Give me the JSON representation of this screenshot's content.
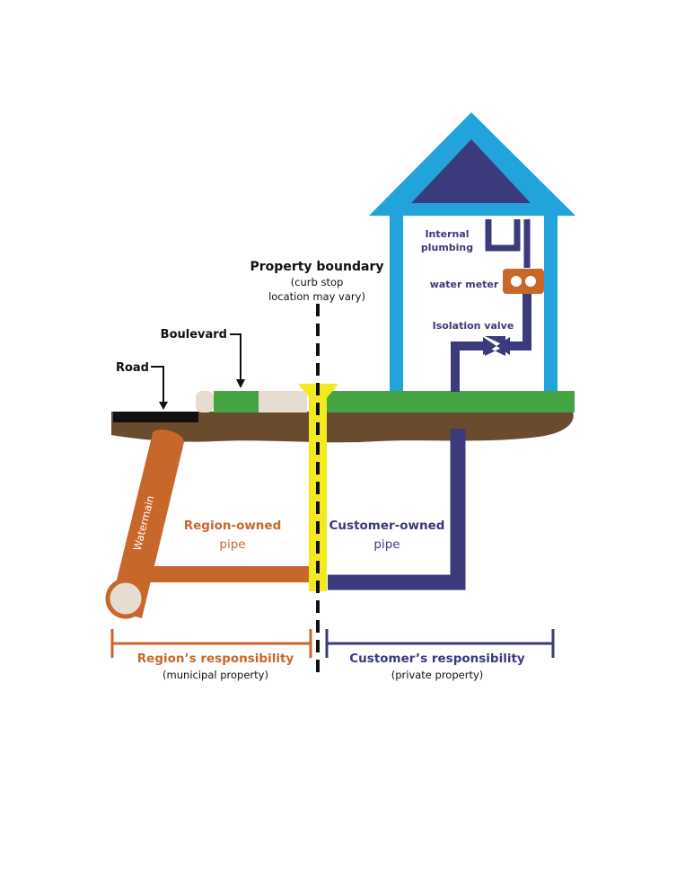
{
  "labels": {
    "property_boundary": "Property boundary",
    "curb_stop_line1": "(curb stop",
    "curb_stop_line2": "location may vary)",
    "boulevard": "Boulevard",
    "road": "Road",
    "internal_plumbing_line1": "Internal",
    "internal_plumbing_line2": "plumbing",
    "water_meter": "water meter",
    "isolation_valve": "Isolation valve",
    "watermain": "Watermain",
    "region_owned_line1": "Region-owned",
    "region_owned_line2": "pipe",
    "customer_owned_line1": "Customer-owned",
    "customer_owned_line2": "pipe",
    "region_responsibility": "Region’s responsibility",
    "region_responsibility_sub": "(municipal property)",
    "customer_responsibility": "Customer’s responsibility",
    "customer_responsibility_sub": "(private property)"
  },
  "colors": {
    "region_orange": "#c8672c",
    "customer_navy": "#3b3a7c",
    "house_blue": "#23a3dc",
    "roof_inner": "#3b3a7c",
    "soil": "#6b4b2e",
    "grass": "#45a443",
    "curb_stop": "#f2ea1f",
    "road": "#111111",
    "boulevard_beige": "#e6dcd0",
    "meter": "#c8672c"
  }
}
